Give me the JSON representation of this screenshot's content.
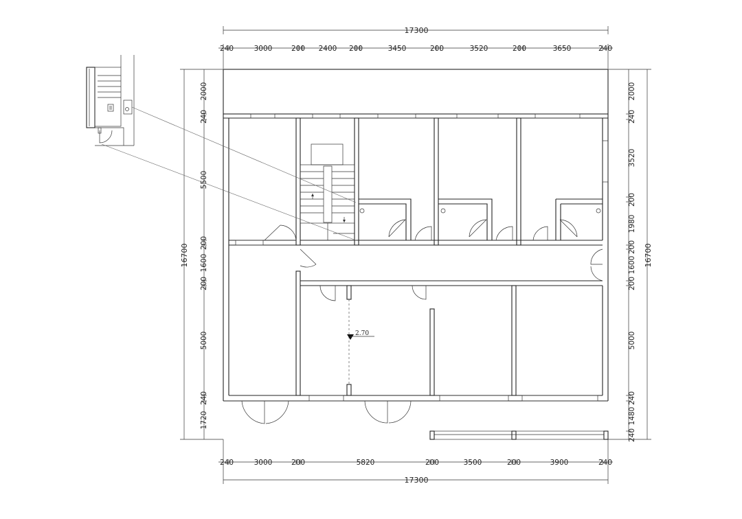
{
  "floor_plan": {
    "top_total": "17300",
    "bottom_total": "17300",
    "left_total": "16700",
    "right_total": "16700",
    "top_segments": [
      "240",
      "3000",
      "200",
      "2400",
      "200",
      "3450",
      "200",
      "3520",
      "200",
      "3650",
      "240"
    ],
    "bottom_segments": [
      "240",
      "3000",
      "200",
      "5820",
      "200",
      "3500",
      "200",
      "3900",
      "240"
    ],
    "left_segments": [
      "2000",
      "240",
      "5500",
      "200",
      "1600",
      "200",
      "5000",
      "240",
      "1720"
    ],
    "right_segments": [
      "2000",
      "240",
      "3520",
      "200",
      "1980",
      "200",
      "1600",
      "200",
      "5000",
      "240",
      "1480",
      "240"
    ],
    "level_mark": "2.70"
  },
  "colors": {
    "line": "#222222",
    "background": "#ffffff"
  }
}
